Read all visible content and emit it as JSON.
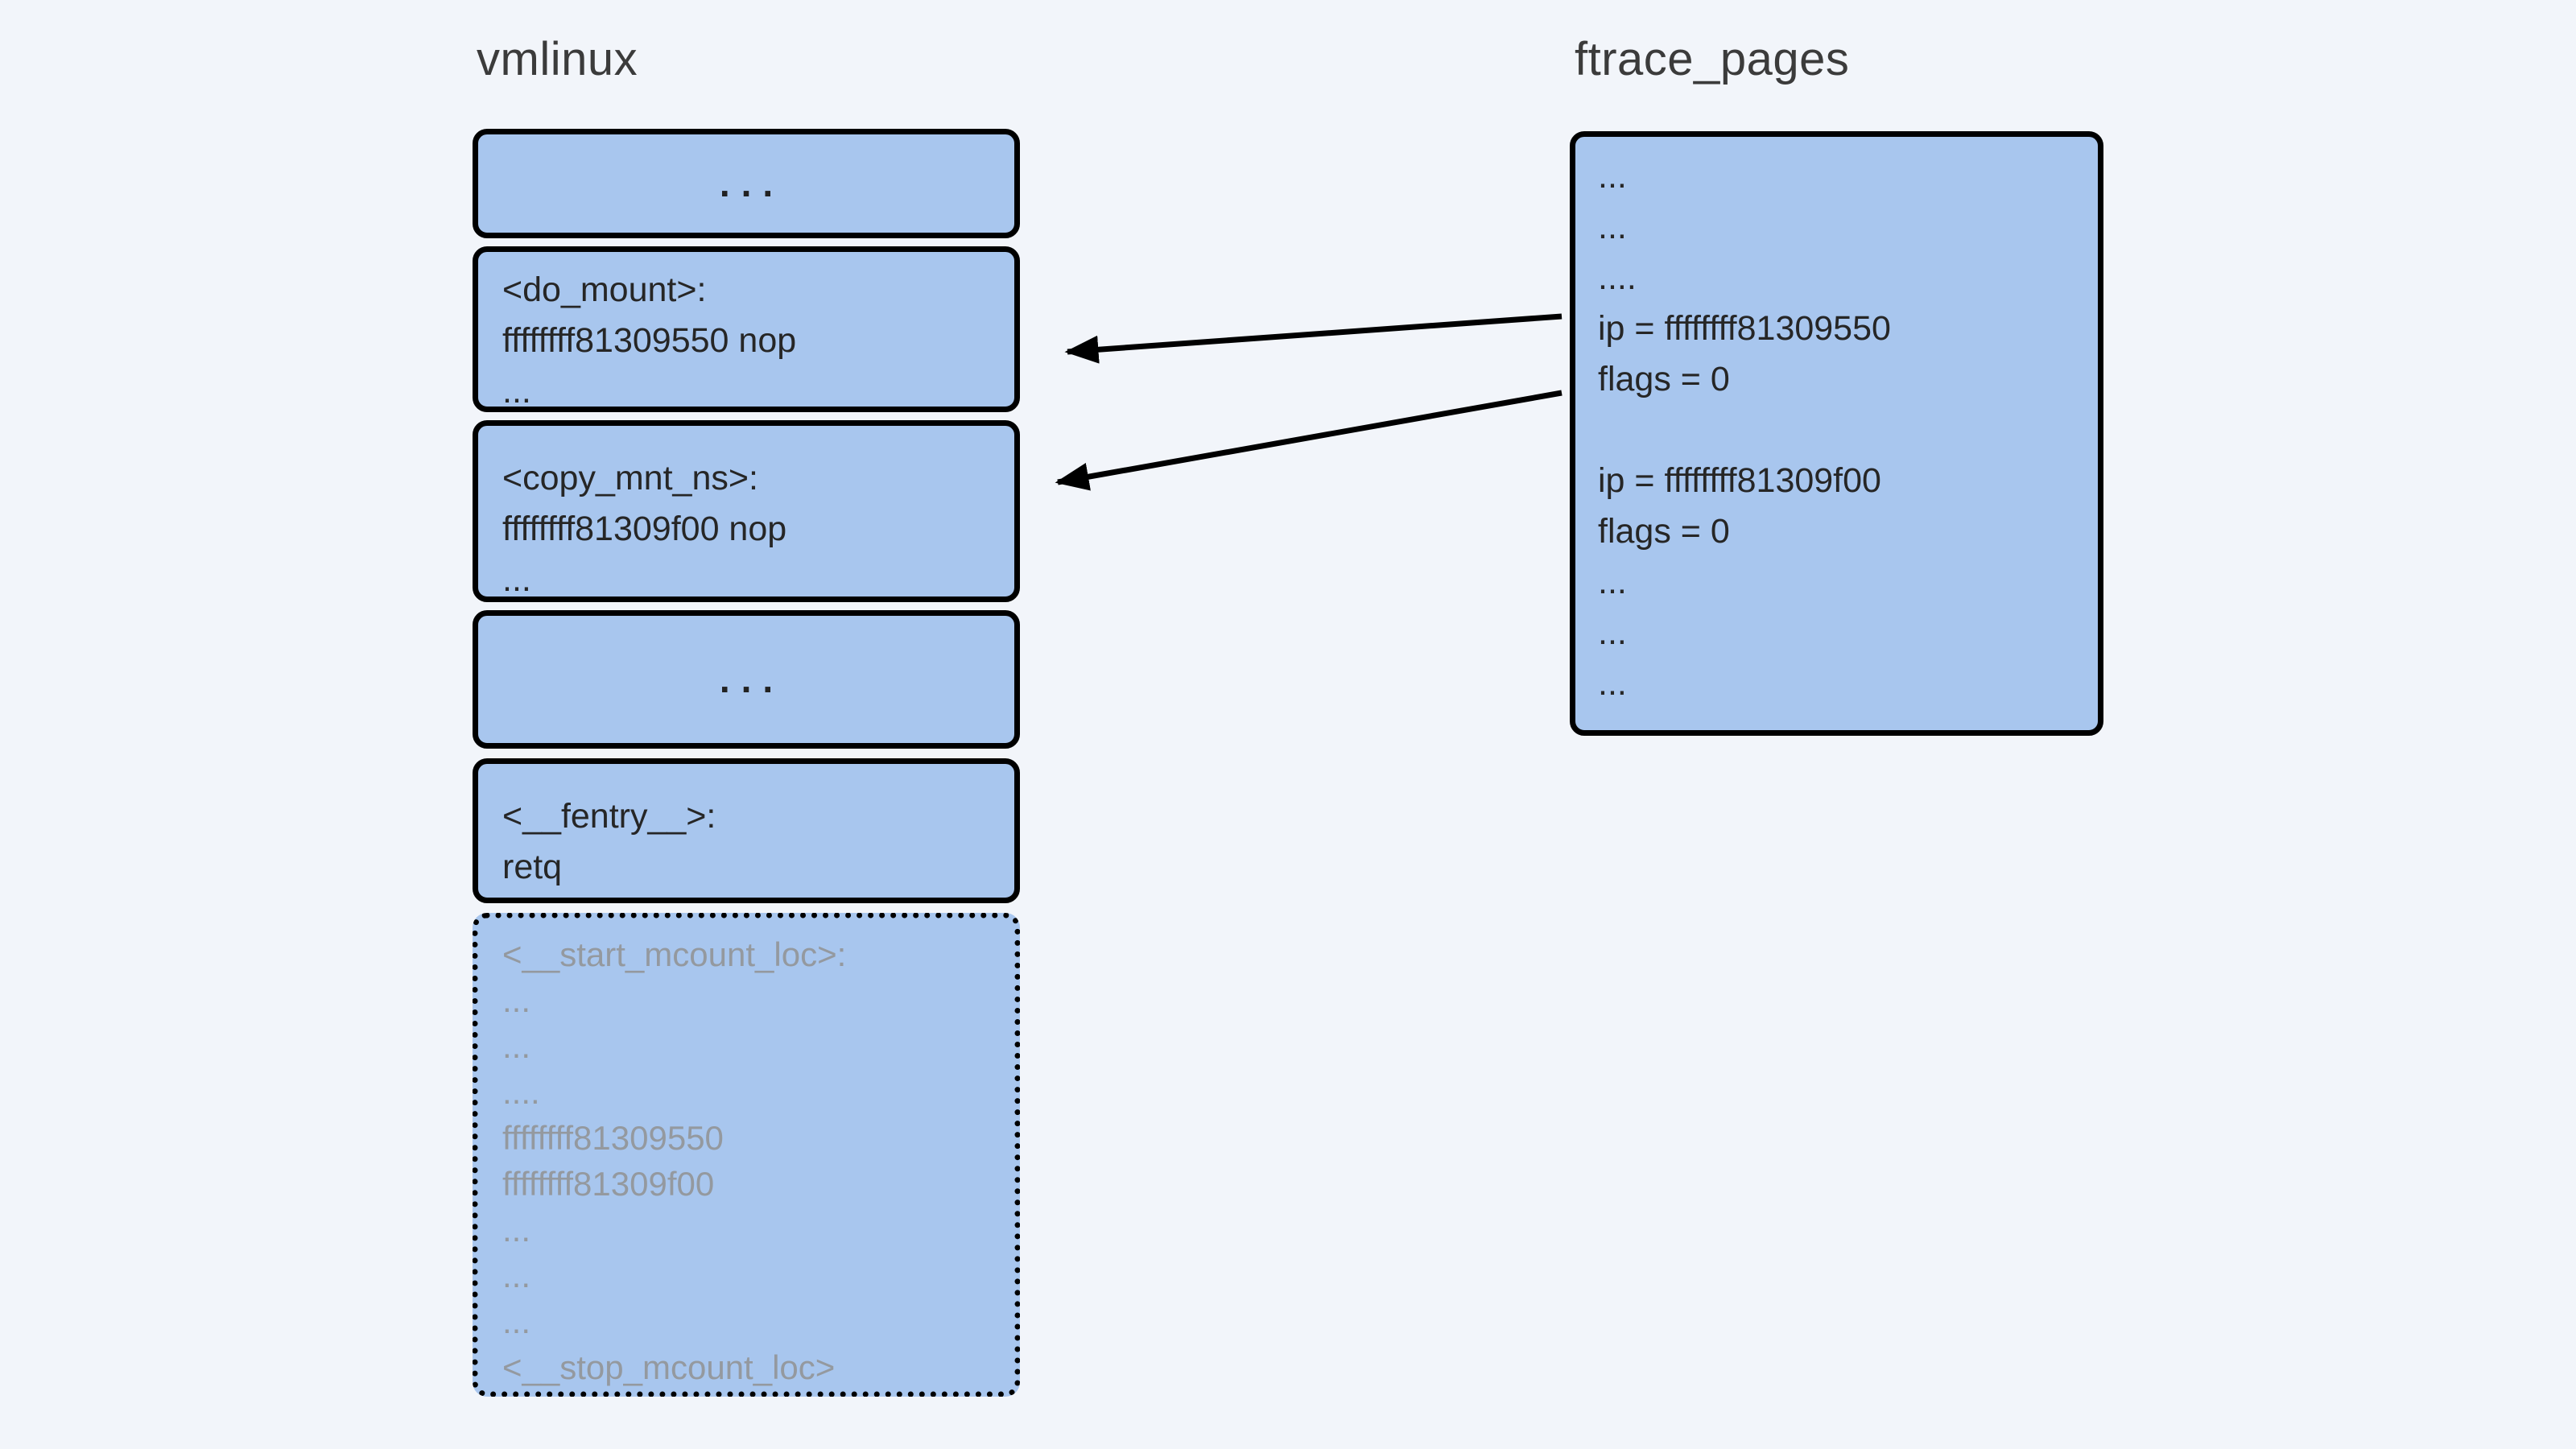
{
  "titles": {
    "vmlinux": "vmlinux",
    "ftrace_pages": "ftrace_pages"
  },
  "vmlinux": {
    "ellipsis_top": "...",
    "do_mount": {
      "label": "<do_mount>:",
      "instruction": "ffffffff81309550 nop",
      "ellipsis": "..."
    },
    "copy_mnt_ns": {
      "label": "<copy_mnt_ns>:",
      "instruction": "ffffffff81309f00 nop",
      "ellipsis": "..."
    },
    "ellipsis_mid": "...",
    "fentry": {
      "label": "<__fentry__>:",
      "instruction": "retq"
    },
    "mcount": {
      "lines": [
        "<__start_mcount_loc>:",
        "...",
        "...",
        "....",
        "ffffffff81309550",
        "ffffffff81309f00",
        "...",
        "...",
        "...",
        "<__stop_mcount_loc>"
      ]
    }
  },
  "ftrace_pages": {
    "lines": [
      "...",
      "...",
      "....",
      "ip = ffffffff81309550",
      "flags = 0",
      "",
      "ip = ffffffff81309f00",
      "flags = 0",
      "...",
      "...",
      "..."
    ]
  },
  "colors": {
    "background": "#f2f5fa",
    "box_fill": "#a8c6ee",
    "box_border": "#000000",
    "text_dark": "#262626",
    "text_muted": "#94999f",
    "title_text": "#3b3b3b"
  }
}
